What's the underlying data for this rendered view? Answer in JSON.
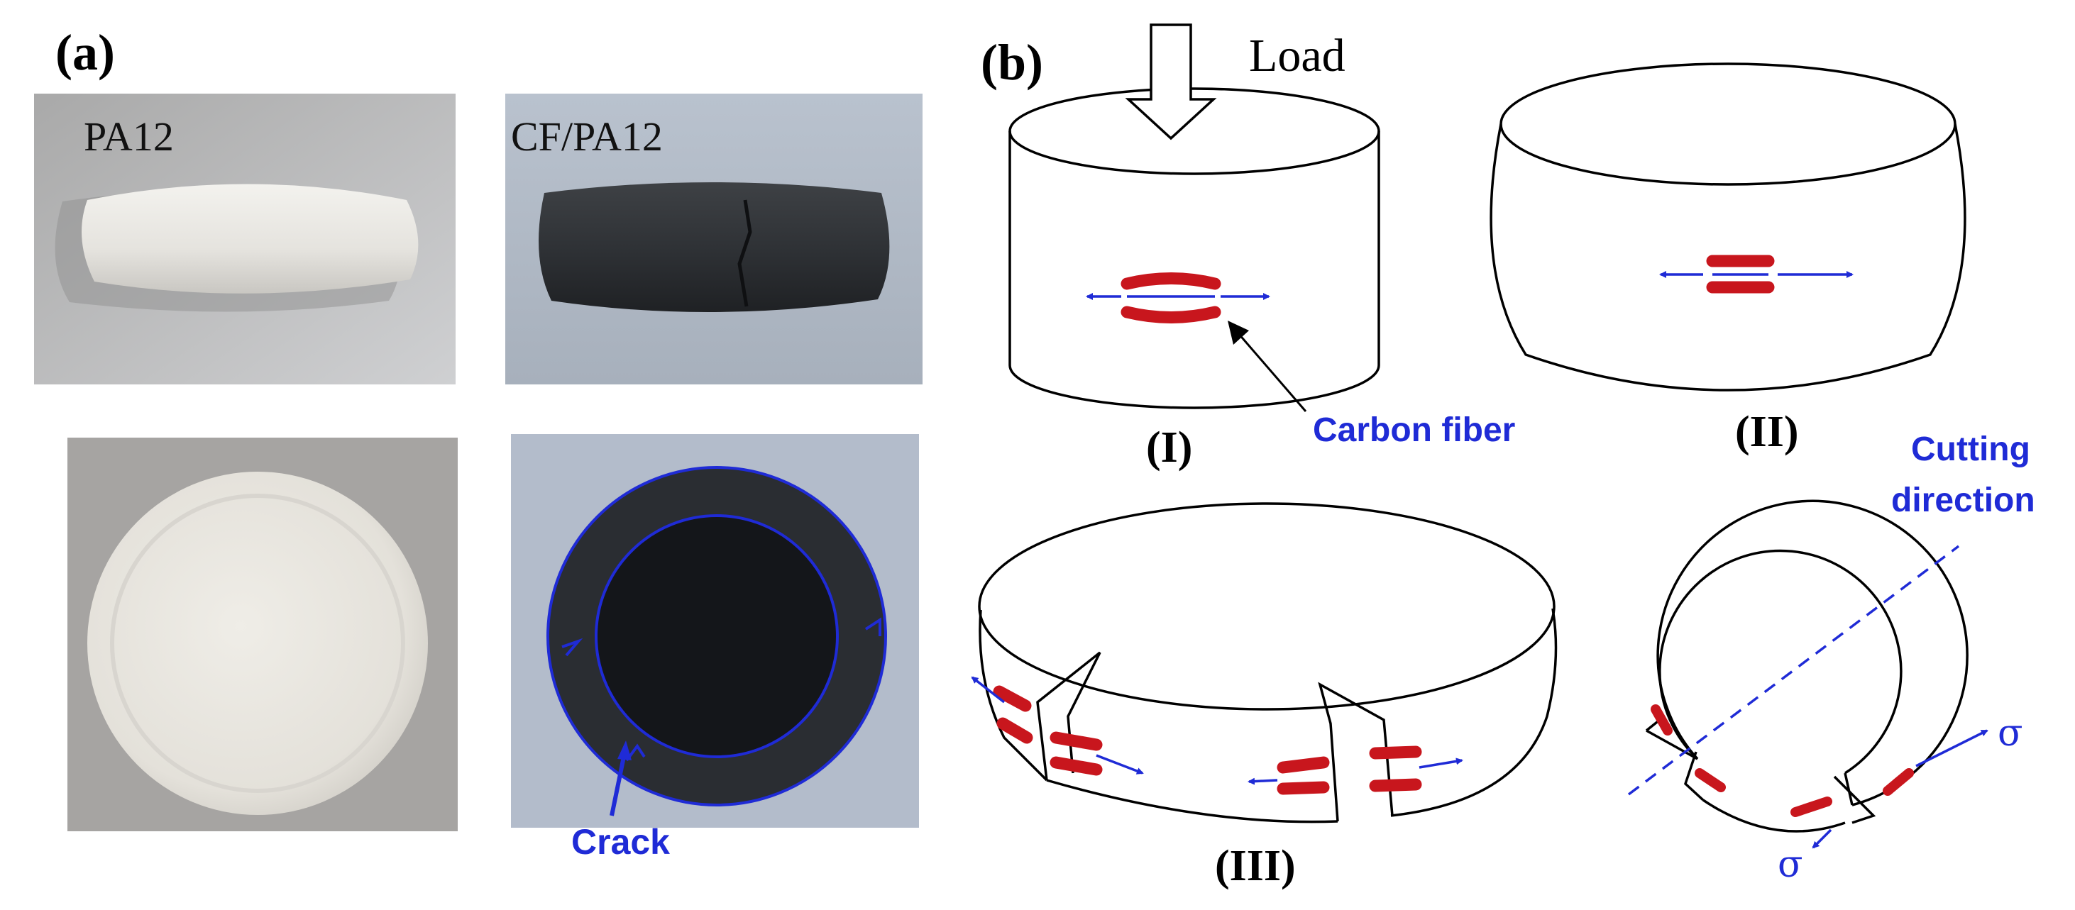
{
  "panel_a": {
    "label": "(a)",
    "photo_labels": {
      "top_left": "PA12",
      "top_right": "CF/PA12"
    },
    "crack_label": "Crack"
  },
  "panel_b": {
    "label": "(b)",
    "load_label": "Load",
    "carbon_fiber_label": "Carbon fiber",
    "stage_labels": [
      "(I)",
      "(II)",
      "(III)"
    ],
    "cutting_direction_label": [
      "Cutting",
      "direction"
    ],
    "sigma_symbol": "σ"
  },
  "colors": {
    "annotation_blue": "#1f2bd6",
    "fiber_red": "#c8161d",
    "outline_black": "#000000",
    "photo_background": "#a9b3bf",
    "pa12_specimen": "#ebe9e3",
    "cf_pa12_specimen": "#2c2f33"
  }
}
